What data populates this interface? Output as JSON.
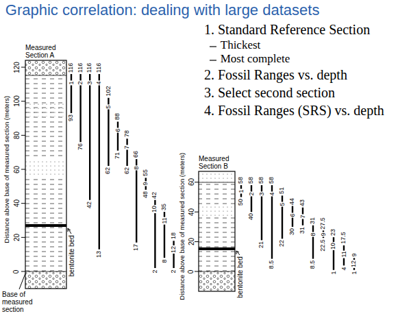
{
  "diagram": {
    "title": "Graphic correlation: dealing with large datasets",
    "labels": [
      "1. Standard Reference Section",
      "Thickest",
      "Most complete",
      "2. Fossil Ranges vs. depth",
      "3. Select second section",
      "4. Fossil Ranges (SRS) vs. depth",
      "Measured Section A",
      "Distance above base of measured section (meters)",
      "120",
      "100",
      "80",
      "60",
      "40",
      "20",
      "0",
      "Base of measured section",
      "bentonite bed",
      "116",
      "1",
      "93",
      "116",
      "2",
      "76",
      "116",
      "3",
      "42",
      "116",
      "4",
      "13",
      "102",
      "5",
      "62",
      "88",
      "6",
      "71",
      "78",
      "7",
      "62",
      "66",
      "8",
      "17",
      "55",
      "9",
      "48",
      "42",
      "10",
      "2",
      "35",
      "11",
      "8",
      "18",
      "12",
      "2",
      "Measured Section B",
      "Distance above base of measured section (meters)",
      "60",
      "40",
      "20",
      "0",
      "bentonite bed",
      "58",
      "1",
      "50",
      "58",
      "2",
      "40",
      "58",
      "3",
      "21",
      "58",
      "4",
      "8.5",
      "51",
      "5",
      "22",
      "44",
      "6",
      "30",
      "43",
      "7",
      "31",
      "31",
      "8",
      "8.5",
      "27.5",
      "9",
      "22.5",
      "23",
      "10",
      "1",
      "17.5",
      "11",
      "4",
      "9",
      "12",
      "1"
    ]
  }
}
